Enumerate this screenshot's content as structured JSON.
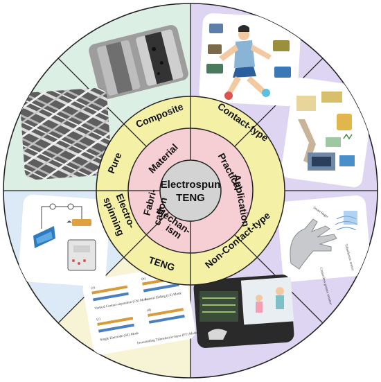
{
  "center": {
    "line1": "Electrospun",
    "line2": "TENG"
  },
  "inner_ring": {
    "material": "Material",
    "practical_application_1": "Practical",
    "practical_application_2": "Application",
    "fabrication_1": "Fabri-",
    "fabrication_2": "cation",
    "mechanism_1": "Mechan-",
    "mechanism_2": "ism"
  },
  "middle_ring": {
    "composite": "Composite",
    "pure": "Pure",
    "contact_type": "Contact-type",
    "non_contact_type": "Non-Contact-type",
    "electrospinning_1": "Electro-",
    "electrospinning_2": "spinning",
    "teng": "TENG"
  },
  "photo_labels": {
    "gesture_1": "Smart finger",
    "gesture_2": "Contactless gesture monitor",
    "gesture_3": "Triboelectric sensor",
    "mode_a": "(a)",
    "mode_b": "(b)",
    "mode_c": "(c)",
    "mode_d": "(d)",
    "mode_1": "Vertical Contact-separation (CS) Mode",
    "mode_2": "Lateral Sliding (LS) Mode",
    "mode_3": "Single Electrode (SE) Mode",
    "mode_4": "Freestanding Triboelectric-layer (FT) Mode"
  },
  "colors": {
    "outer_green": "#dcefe4",
    "outer_purple": "#ddd5f1",
    "outer_blue": "#dce9f6",
    "outer_yellow": "#f7f3d5",
    "middle_ring": "#f4f1a6",
    "inner_ring": "#f6cfd4",
    "hub": "#d3d3d3"
  }
}
